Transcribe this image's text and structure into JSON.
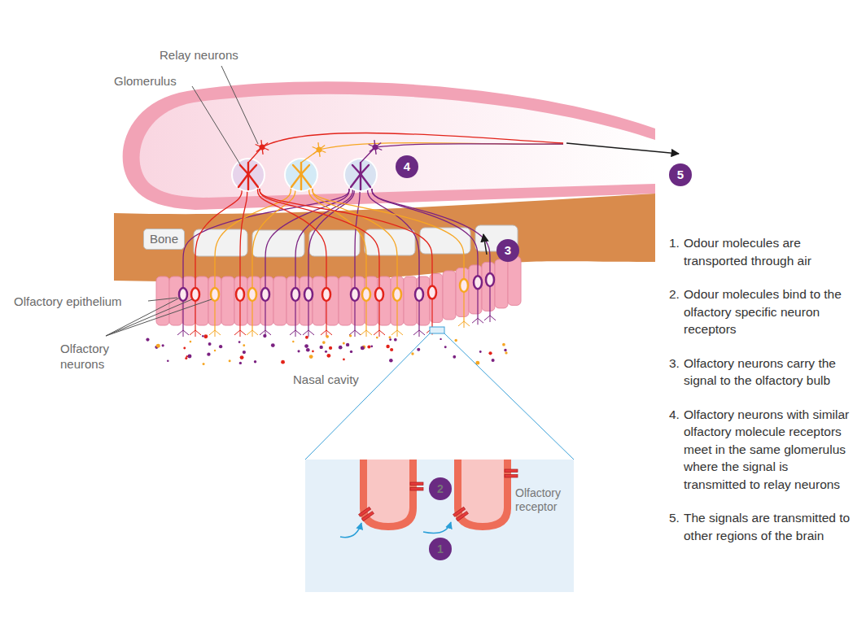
{
  "diagram": {
    "nodes": [
      {
        "text": [
          "4"
        ]
      },
      {
        "text": [
          "5"
        ]
      },
      {
        "text": [
          "Bone"
        ]
      },
      {
        "text": [
          "3"
        ]
      },
      {
        "text": [
          "Olfactory receptor"
        ]
      },
      {
        "text": [
          "2"
        ],
        "in": 4
      },
      {
        "text": [
          "1"
        ],
        "in": 4
      }
    ],
    "labels": [
      "Relay neurons",
      "Glomerulus",
      "Olfactory epithelium",
      "Olfactory neurons",
      "Nasal cavity",
      "1.",
      "Odour molecules are transported through air",
      "2.",
      "Odour molecules bind to the olfactory specific neuron receptors",
      "3.",
      "Olfactory neurons carry the signal to the olfactory bulb",
      "4.",
      "Olfactory neurons with similar olfactory molecule receptors meet in the same glomerulus where the signal is transmitted to relay neurons",
      "5.",
      "The signals are transmitted to other regions of the brain"
    ]
  }
}
